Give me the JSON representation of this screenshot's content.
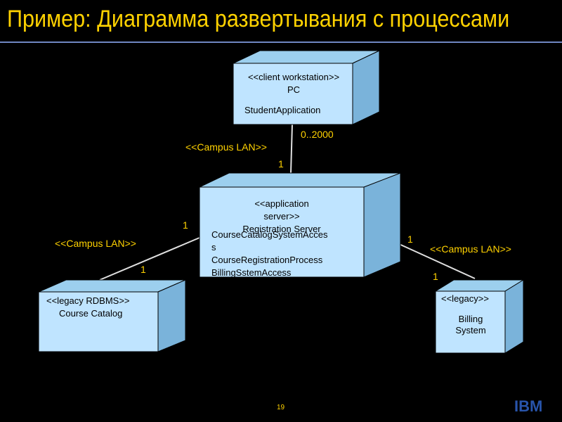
{
  "slide": {
    "title": "Пример: Диаграмма развертывания с процессами",
    "page_number": "19",
    "logo_text": "IBM"
  },
  "nodes": {
    "pc": {
      "stereotype": "<<client workstation>>",
      "name": "PC",
      "process": "StudentApplication"
    },
    "server": {
      "stereotype_line1": "<<application",
      "stereotype_line2": "server>>",
      "name": "Registration Server",
      "process1": "CourseCatalogSystemAcces",
      "process1_wrap": "s",
      "process2": "CourseRegistrationProcess",
      "process3": "BillingSstemAccess"
    },
    "catalog": {
      "stereotype": "<<legacy RDBMS>>",
      "name": "Course Catalog"
    },
    "billing": {
      "stereotype": "<<legacy>>",
      "name_line1": "Billing",
      "name_line2": "System"
    }
  },
  "connections": {
    "top": {
      "stereotype": "<<Campus LAN>>",
      "mult_pc": "0..2000",
      "mult_server": "1"
    },
    "left": {
      "stereotype": "<<Campus LAN>>",
      "mult_server": "1",
      "mult_catalog": "1"
    },
    "right": {
      "stereotype": "<<Campus LAN>>",
      "mult_server": "1",
      "mult_billing": "1"
    }
  },
  "colors": {
    "title": "#ffd200",
    "node_front": "#bfe4ff",
    "node_top": "#9ccfee",
    "node_side": "#7ab3da",
    "label": "#ffd200",
    "connector": "#e0e0e0"
  }
}
